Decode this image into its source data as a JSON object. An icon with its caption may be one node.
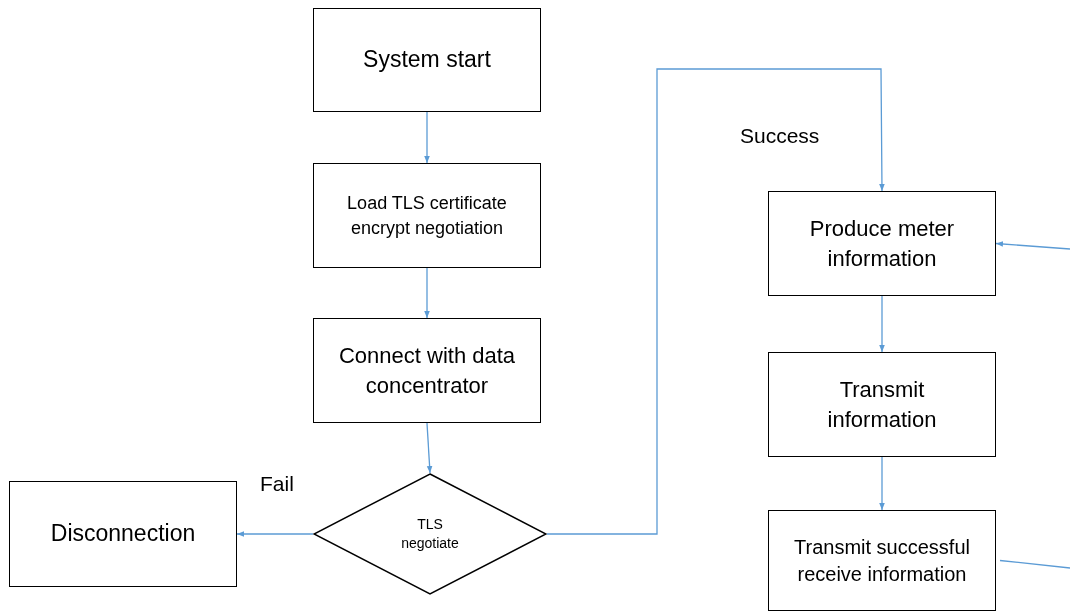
{
  "diagram": {
    "nodes": [
      {
        "text": [
          "System start"
        ]
      },
      {
        "text": [
          "Load TLS certificate encrypt negotiation"
        ]
      },
      {
        "text": [
          "Connect with data concentrator"
        ]
      },
      {
        "text": [
          "TLS negotiate"
        ]
      },
      {
        "text": [
          "Disconnection"
        ]
      },
      {
        "text": [
          "Produce meter information"
        ]
      },
      {
        "text": [
          "Transmit information"
        ]
      },
      {
        "text": [
          "Transmit successful receive information"
        ]
      }
    ],
    "edges": [
      {
        "from": 0,
        "to": 1,
        "arrow": "to"
      },
      {
        "from": 1,
        "to": 2,
        "arrow": "to"
      },
      {
        "from": 2,
        "to": 3,
        "arrow": "to"
      },
      {
        "from": 3,
        "to": 4,
        "arrow": "to",
        "label": "Fail"
      },
      {
        "from": 3,
        "to": 5,
        "arrow": "to",
        "label": "Success"
      },
      {
        "from": 5,
        "to": 6,
        "arrow": "to"
      },
      {
        "from": 6,
        "to": 7,
        "arrow": "to"
      },
      {
        "from": null,
        "to": 5,
        "arrow": "to"
      },
      {
        "from": 7,
        "to": null,
        "arrow": "none"
      }
    ]
  }
}
